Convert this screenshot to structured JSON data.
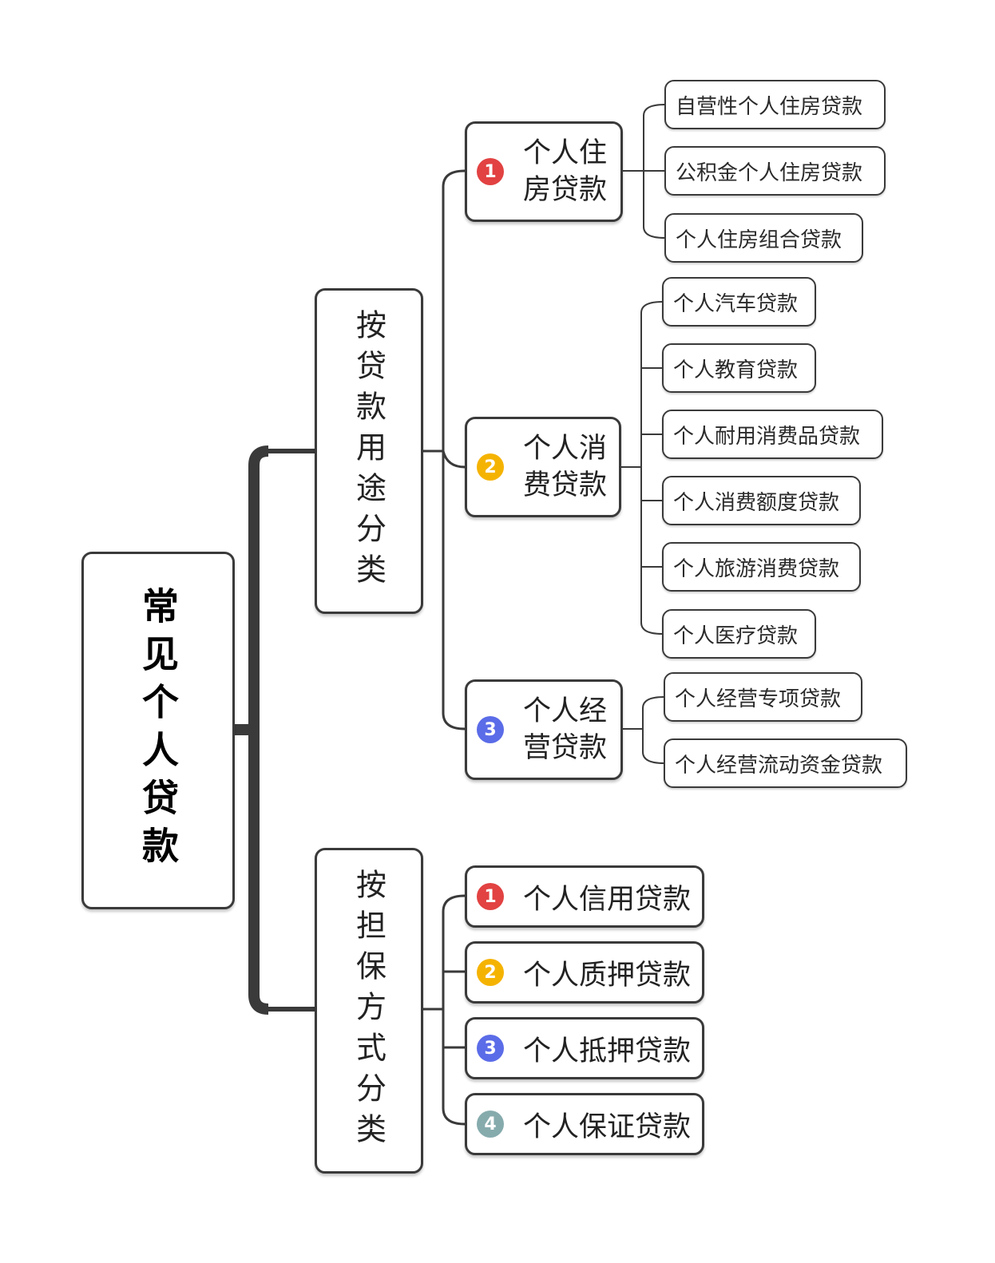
{
  "colors": {
    "line": "#3a3a3a",
    "badge_1": "#e24242",
    "badge_2": "#f5b301",
    "badge_3": "#5b6ce8",
    "badge_4": "#86abad"
  },
  "root": {
    "title": "常见个人贷款"
  },
  "purpose": {
    "label": "按贷款用途分类",
    "groups": [
      {
        "badge": "1",
        "label": "个人住房贷款",
        "leaves": [
          "自营性个人住房贷款",
          "公积金个人住房贷款",
          "个人住房组合贷款"
        ]
      },
      {
        "badge": "2",
        "label": "个人消费贷款",
        "leaves": [
          "个人汽车贷款",
          "个人教育贷款",
          "个人耐用消费品贷款",
          "个人消费额度贷款",
          "个人旅游消费贷款",
          "个人医疗贷款"
        ]
      },
      {
        "badge": "3",
        "label": "个人经营贷款",
        "leaves": [
          "个人经营专项贷款",
          "个人经营流动资金贷款"
        ]
      }
    ]
  },
  "guarantee": {
    "label": "按担保方式分类",
    "items": [
      {
        "badge": "1",
        "label": "个人信用贷款"
      },
      {
        "badge": "2",
        "label": "个人质押贷款"
      },
      {
        "badge": "3",
        "label": "个人抵押贷款"
      },
      {
        "badge": "4",
        "label": "个人保证贷款"
      }
    ]
  }
}
